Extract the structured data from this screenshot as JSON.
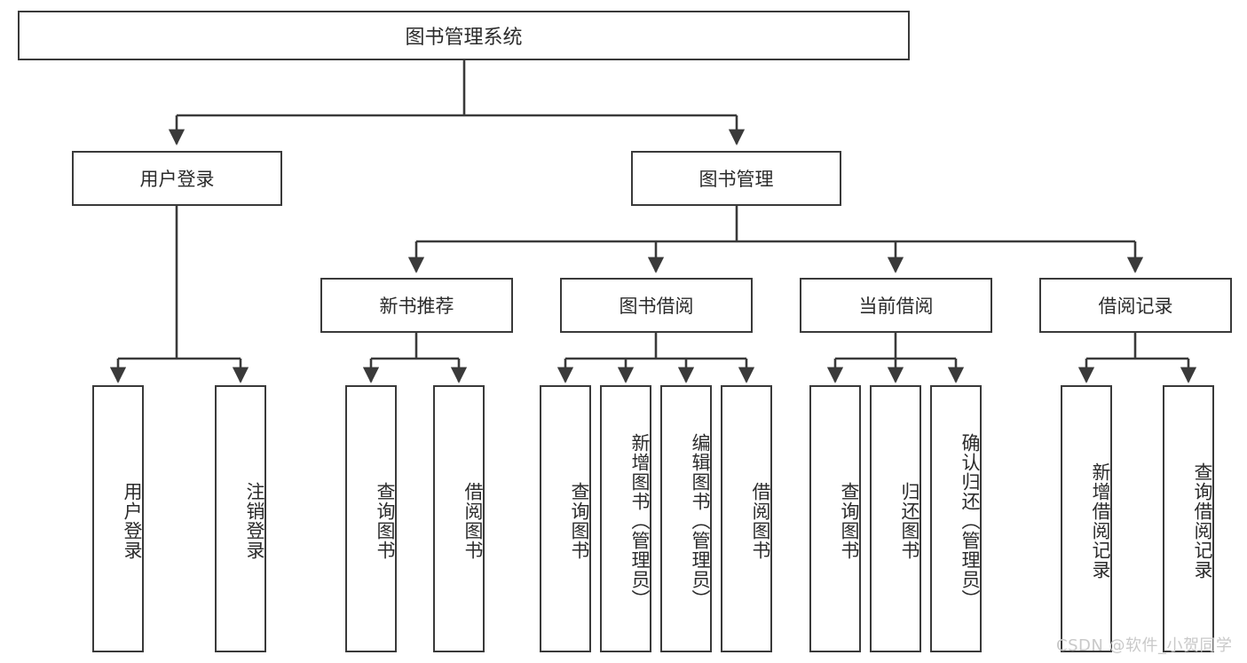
{
  "diagram": {
    "type": "tree",
    "title": "图书管理系统",
    "watermark": "CSDN @软件_小贺同学",
    "colors": {
      "box_border": "#3a3a3a",
      "box_fill": "#ffffff",
      "connector": "#3a3a3a",
      "text": "#2b2b2b",
      "watermark": "#c9c9c9",
      "background": "#ffffff"
    },
    "nodes": {
      "root": {
        "label": "图书管理系统"
      },
      "level1": [
        {
          "id": "user-login",
          "label": "用户登录"
        },
        {
          "id": "book-management",
          "label": "图书管理"
        }
      ],
      "level2": [
        {
          "id": "new-book-recommend",
          "label": "新书推荐",
          "parent": "book-management"
        },
        {
          "id": "book-borrow",
          "label": "图书借阅",
          "parent": "book-management"
        },
        {
          "id": "current-borrow",
          "label": "当前借阅",
          "parent": "book-management"
        },
        {
          "id": "borrow-record",
          "label": "借阅记录",
          "parent": "book-management"
        }
      ],
      "leaves": [
        {
          "id": "leaf-user-login",
          "label": "用户登录",
          "parent": "user-login"
        },
        {
          "id": "leaf-logout-login",
          "label": "注销登录",
          "parent": "user-login"
        },
        {
          "id": "leaf-query-book-1",
          "label": "查询图书",
          "parent": "new-book-recommend"
        },
        {
          "id": "leaf-borrow-book-1",
          "label": "借阅图书",
          "parent": "new-book-recommend"
        },
        {
          "id": "leaf-query-book-2",
          "label": "查询图书",
          "parent": "book-borrow"
        },
        {
          "id": "leaf-add-book-admin",
          "label": "新增图书（管理员）",
          "parent": "book-borrow"
        },
        {
          "id": "leaf-edit-book-admin",
          "label": "编辑图书（管理员）",
          "parent": "book-borrow"
        },
        {
          "id": "leaf-borrow-book-2",
          "label": "借阅图书",
          "parent": "book-borrow"
        },
        {
          "id": "leaf-query-book-3",
          "label": "查询图书",
          "parent": "current-borrow"
        },
        {
          "id": "leaf-return-book",
          "label": "归还图书",
          "parent": "current-borrow"
        },
        {
          "id": "leaf-confirm-return-admin",
          "label": "确认归还（管理员）",
          "parent": "current-borrow"
        },
        {
          "id": "leaf-add-borrow-record",
          "label": "新增借阅记录",
          "parent": "borrow-record"
        },
        {
          "id": "leaf-query-borrow-record",
          "label": "查询借阅记录",
          "parent": "borrow-record"
        }
      ]
    }
  }
}
